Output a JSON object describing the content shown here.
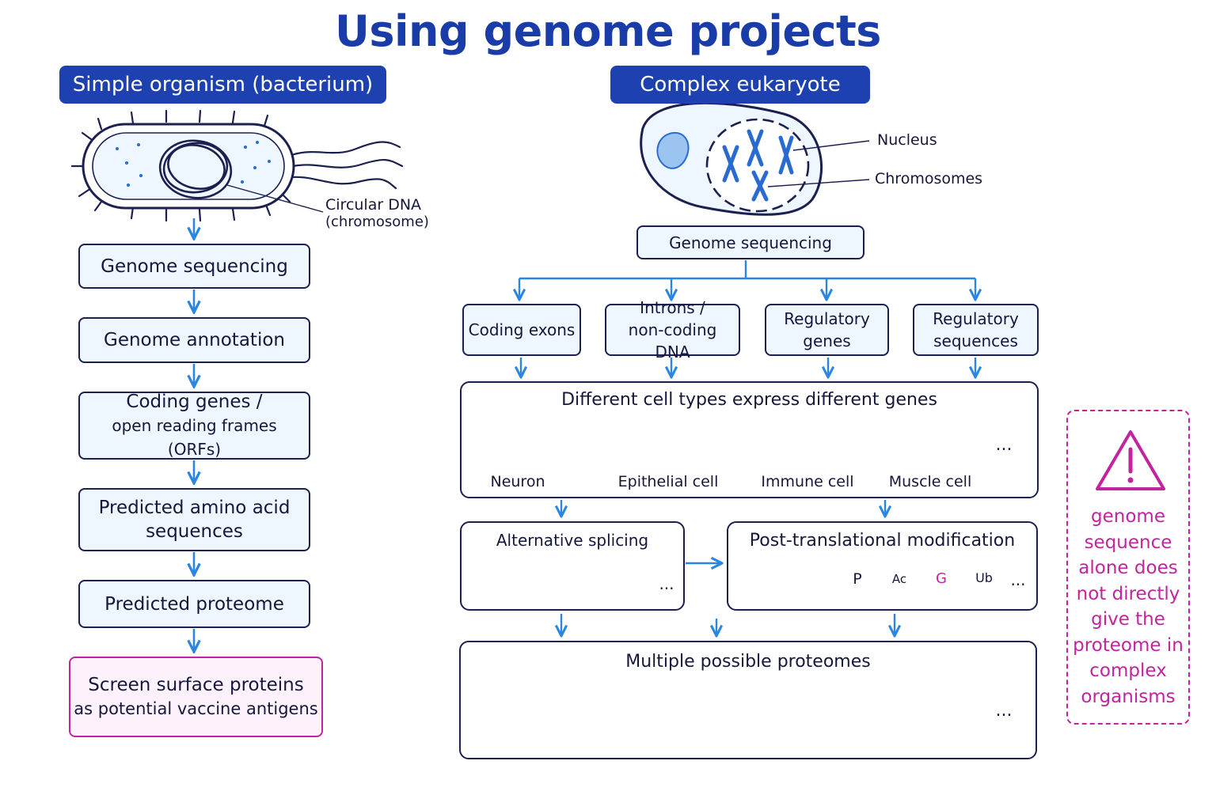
{
  "title": "Using genome projects",
  "left": {
    "header": "Simple organism (bacterium)",
    "dna_label_1": "Circular DNA",
    "dna_label_2": "(chromosome)",
    "steps": [
      "Genome sequencing",
      "Genome annotation",
      "Coding genes /",
      "open reading frames (ORFs)",
      "Predicted amino acid",
      "sequences",
      "Predicted proteome"
    ],
    "final_line_1": "Screen surface proteins",
    "final_line_2": "as potential vaccine antigens"
  },
  "right": {
    "header": "Complex eukaryote",
    "nucleus_label": "Nucleus",
    "chromosomes_label": "Chromosomes",
    "sequencing": "Genome sequencing",
    "components": [
      {
        "line1": "Coding exons",
        "line2": ""
      },
      {
        "line1": "Introns /",
        "line2": "non-coding DNA"
      },
      {
        "line1": "Regulatory",
        "line2": "genes"
      },
      {
        "line1": "Regulatory",
        "line2": "sequences"
      }
    ],
    "cell_types": {
      "title": "Different cell types express different genes",
      "labels": [
        "Neuron",
        "Epithelial cell",
        "Immune cell",
        "Muscle cell"
      ],
      "more": "..."
    },
    "splicing": {
      "title": "Alternative splicing",
      "more": "..."
    },
    "ptm": {
      "title": "Post-translational modification",
      "marks": [
        "P",
        "Ac",
        "G",
        "Ub"
      ],
      "more": "..."
    },
    "proteomes": {
      "title": "Multiple possible proteomes",
      "more": "..."
    }
  },
  "warning": {
    "lines": [
      "genome",
      "sequence",
      "alone does",
      "not directly",
      "give the",
      "proteome in",
      "complex",
      "organisms"
    ]
  },
  "colors": {
    "title": "#1a3ca8",
    "arrow": "#2a86e0",
    "box_fill": "#eef6ff",
    "outline": "#1b2050",
    "accent_blue": "#3f7fe0",
    "warning": "#c2249f",
    "final_fill": "#fdf2fb"
  }
}
